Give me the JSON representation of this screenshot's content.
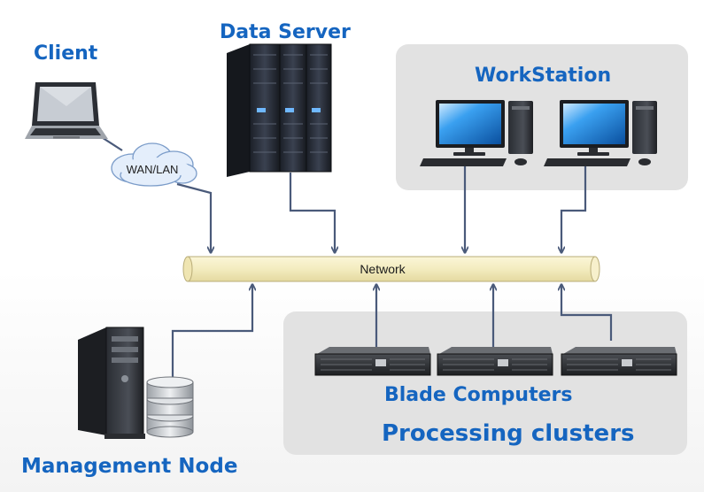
{
  "labels": {
    "client": "Client",
    "data_server": "Data Server",
    "workstation": "WorkStation",
    "wan_lan": "WAN/LAN",
    "network": "Network",
    "blade_computers": "Blade Computers",
    "processing_clusters": "Processing clusters",
    "management_node": "Management Node"
  },
  "colors": {
    "label_blue": "#1565c0",
    "connector": "#4a5a7a",
    "network_bus": "#f3ecbf",
    "panel": "#e2e2e2"
  }
}
